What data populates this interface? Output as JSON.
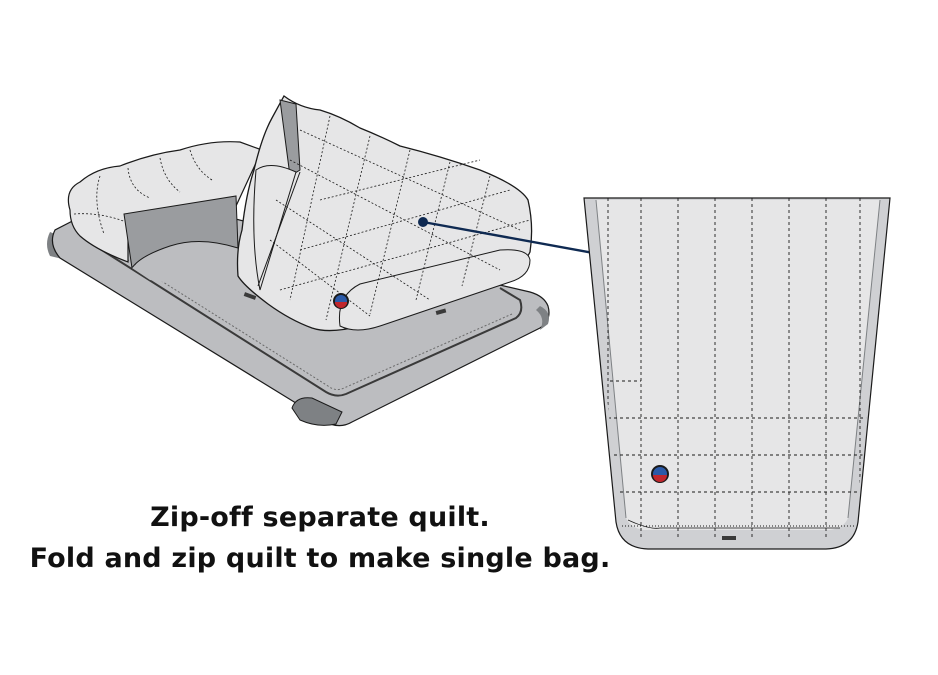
{
  "diagram": {
    "title": "Zip-off separate quilt sleeping bag",
    "caption": {
      "line1": "Zip-off separate quilt.",
      "line2": "Fold and zip quilt to make single bag."
    },
    "elements": [
      {
        "id": "sleeping-pad-base",
        "label": "base bag with pad sleeve"
      },
      {
        "id": "quilt-3d",
        "label": "zip-off quilt (folded back)"
      },
      {
        "id": "quilt-flat",
        "label": "quilt folded and zipped as single bag"
      },
      {
        "id": "callout-line",
        "label": "connector from quilt to single-bag view"
      },
      {
        "id": "logo-badge",
        "label": "brand logo patch"
      }
    ],
    "colors": {
      "quilt_fill": "#e6e6e7",
      "base_fill": "#bcbdc0",
      "base_shadow": "#7e8184",
      "outline": "#1a1a1a",
      "callout": "#0f2a52",
      "logo_blue": "#2b5aa8",
      "logo_red": "#c0272d"
    }
  }
}
